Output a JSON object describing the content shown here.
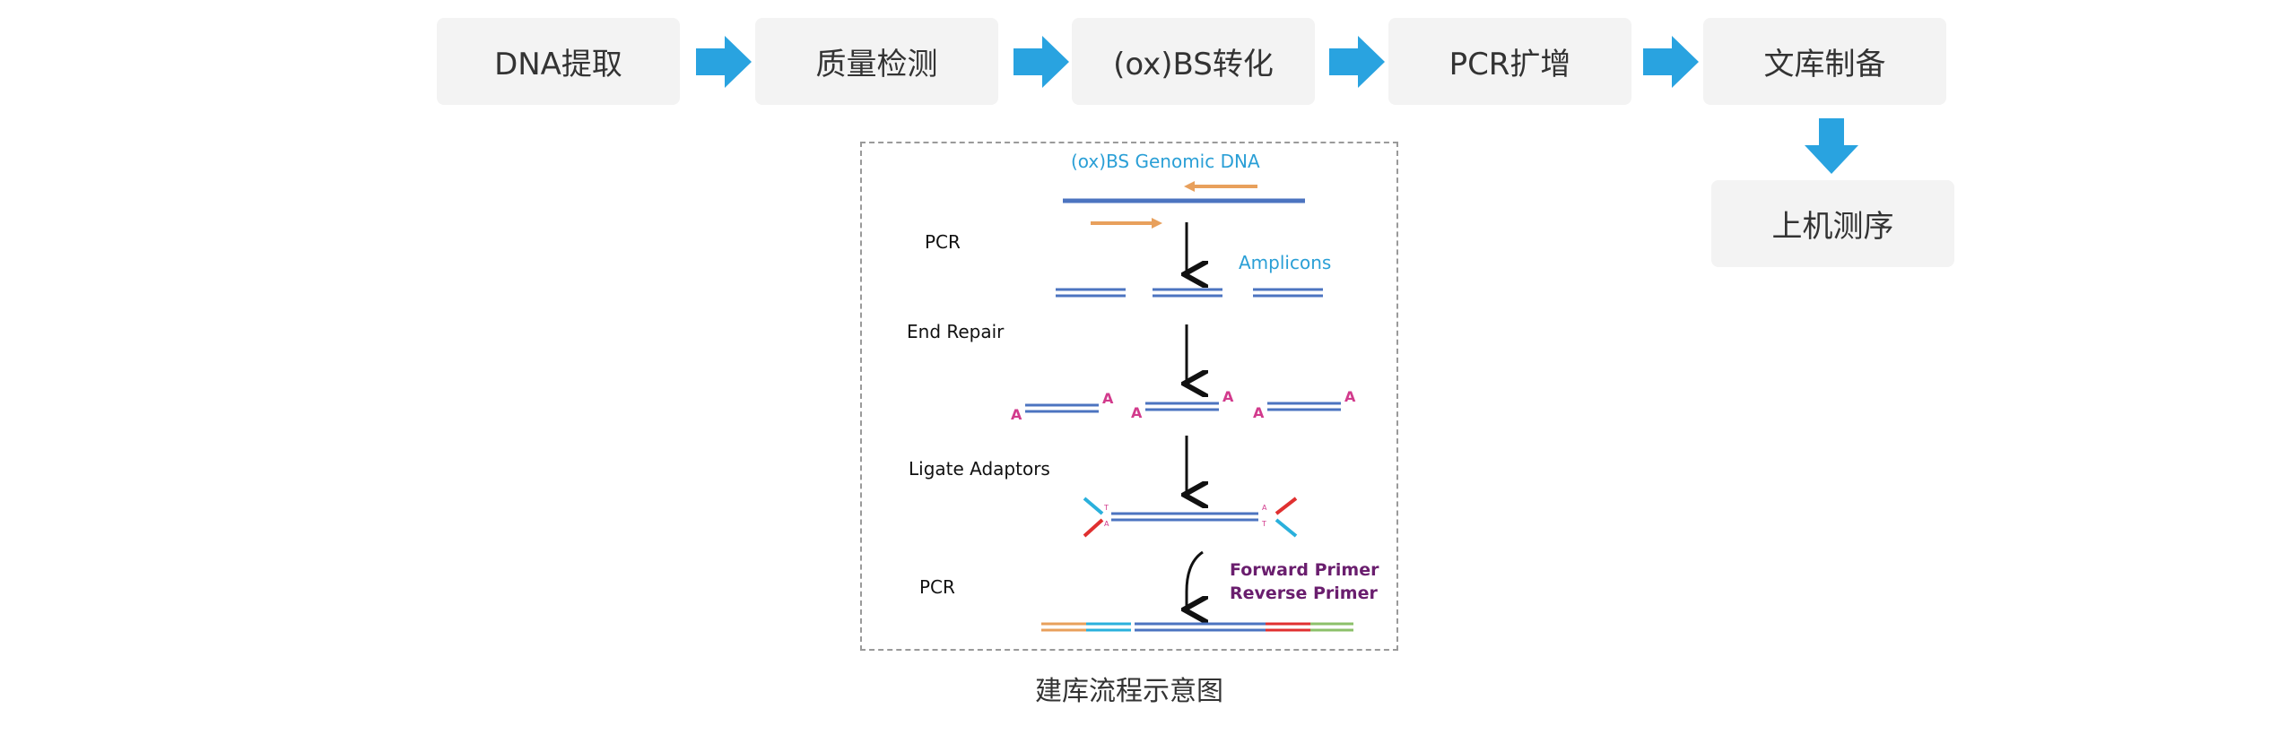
{
  "flow": {
    "steps": [
      {
        "label": "DNA提取"
      },
      {
        "label": "质量检测"
      },
      {
        "label": "(ox)BS转化"
      },
      {
        "label": "PCR扩增"
      },
      {
        "label": "文库制备"
      },
      {
        "label": "上机测序"
      }
    ],
    "arrow_color": "#29a3e0"
  },
  "diagram": {
    "source_label": "(ox)BS  Genomic  DNA",
    "amplicons_label": "Amplicons",
    "stage_labels": {
      "pcr1": "PCR",
      "end_repair": "End Repair",
      "ligate": "Ligate Adaptors",
      "pcr2": "PCR"
    },
    "a_tail_letter": "A",
    "adapter_letters": {
      "t": "T",
      "a": "A"
    },
    "forward_primer": "Forward Primer",
    "reverse_primer": "Reverse Primer"
  },
  "caption": "建库流程示意图"
}
